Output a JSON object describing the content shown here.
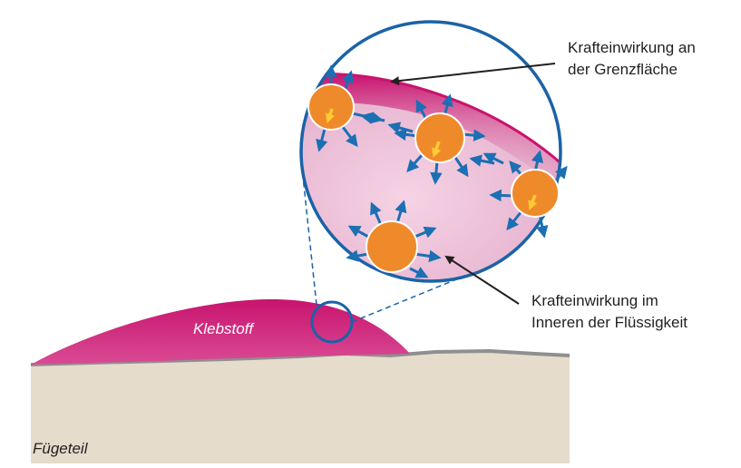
{
  "labels": {
    "adhesive": "Klebstoff",
    "substrate": "Fügeteil",
    "interface_force": [
      "Krafteinwirkung an",
      "der Grenzfläche"
    ],
    "inner_force": [
      "Krafteinwirkung im",
      "Inneren der Flüssigkeit"
    ]
  },
  "colors": {
    "adhesive_magenta": "#c8146e",
    "adhesive_light": "#e9b9d3",
    "substrate": "#e6dccb",
    "substrate_edge": "#9a9a9a",
    "circle_outline": "#1b62a8",
    "arrow_blue": "#1c6fb3",
    "molecule_orange": "#ef8a2a",
    "molecule_arrow": "#ffcc33",
    "label_text": "#231f20"
  },
  "icons": {
    "molecule": "molecule-circle",
    "force_vector": "arrow-icon"
  }
}
